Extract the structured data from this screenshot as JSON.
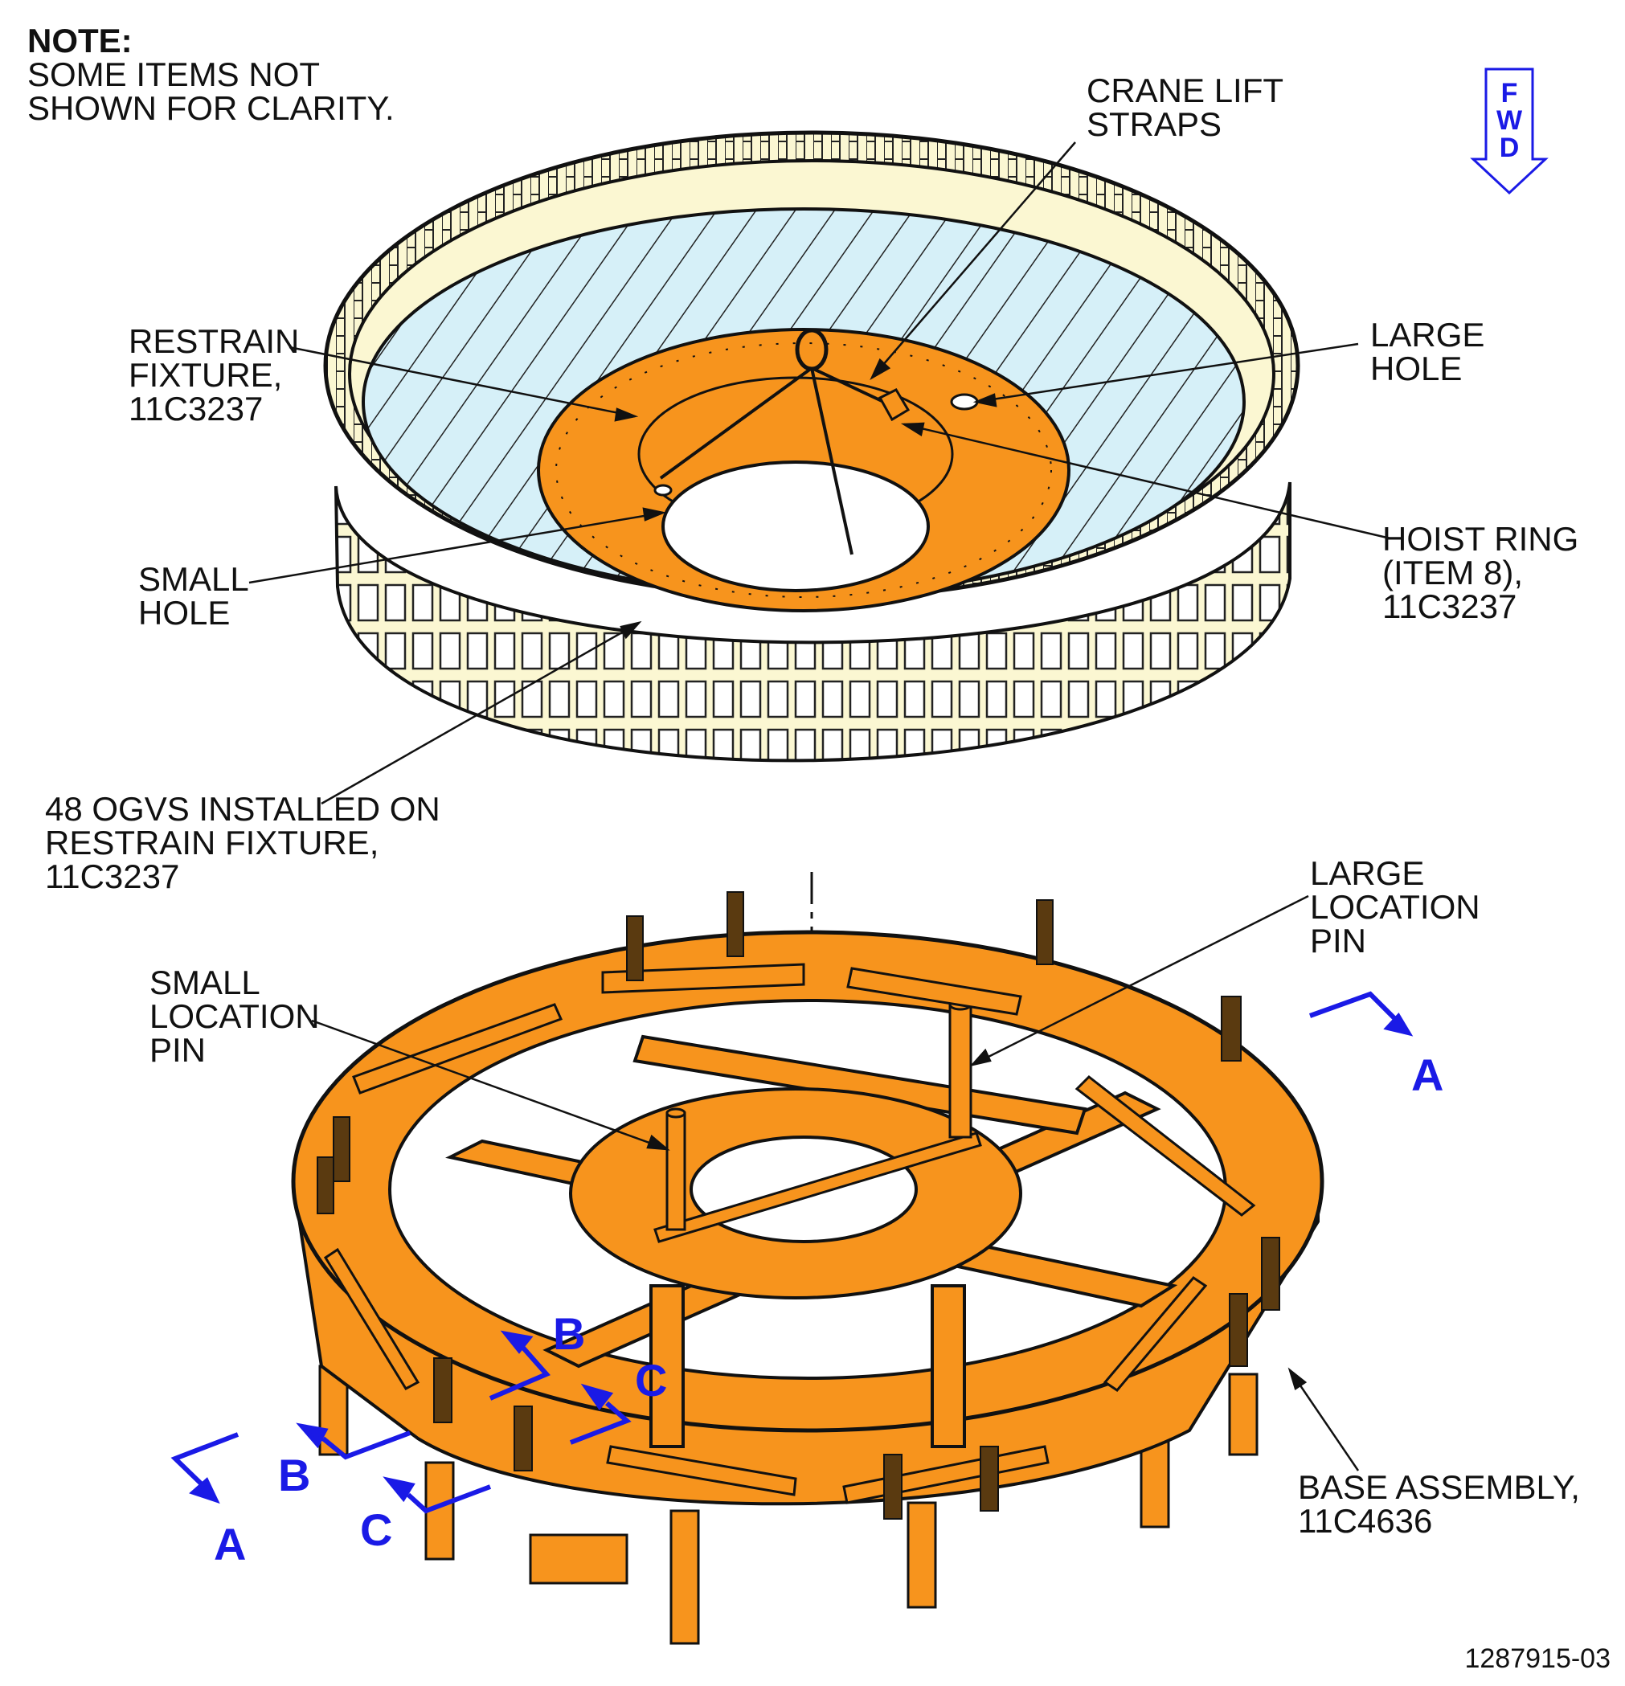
{
  "note": {
    "heading": "NOTE:",
    "line1": "SOME ITEMS NOT",
    "line2": "SHOWN FOR CLARITY."
  },
  "fwd_indicator": {
    "letters": [
      "F",
      "W",
      "D"
    ]
  },
  "callouts": {
    "crane_lift_straps": "CRANE LIFT\nSTRAPS",
    "restrain_fixture": "RESTRAIN\nFIXTURE,\n11C3237",
    "large_hole": "LARGE\nHOLE",
    "hoist_ring": "HOIST RING\n(ITEM 8),\n11C3237",
    "small_hole": "SMALL\nHOLE",
    "ogvs_installed": "48 OGVS INSTALLED ON\nRESTRAIN FIXTURE,\n11C3237",
    "large_location_pin": "LARGE\nLOCATION\nPIN",
    "small_location_pin": "SMALL\nLOCATION\nPIN",
    "base_assembly": "BASE ASSEMBLY,\n11C4636"
  },
  "section_markers": {
    "a_right": "A",
    "a_left": "A",
    "b_upper": "B",
    "b_lower": "B",
    "c_upper": "C",
    "c_lower": "C"
  },
  "figure_number": "1287915-03",
  "colors": {
    "fixture_orange": "#f7941d",
    "vane_blue": "#d6f0f8",
    "case_cream": "#fbf7d2",
    "section_blue": "#1a1ae6",
    "line_black": "#111111"
  }
}
